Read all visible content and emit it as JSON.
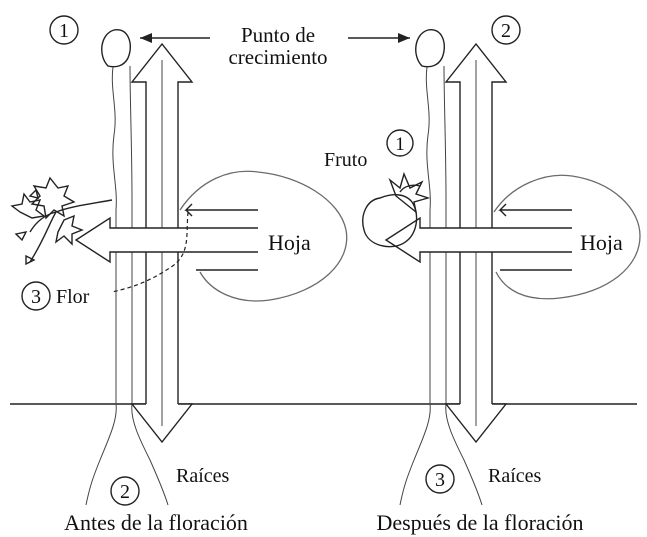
{
  "labels": {
    "punto_line1": "Punto de",
    "punto_line2": "crecimiento",
    "hoja_left": "Hoja",
    "hoja_right": "Hoja",
    "fruto": "Fruto",
    "flor": "Flor",
    "raices_left": "Raíces",
    "raices_right": "Raíces",
    "caption_left": "Antes de la floración",
    "caption_right": "Después de la floración"
  },
  "markers": {
    "left_top": "1",
    "right_top": "2",
    "fruto_num": "1",
    "flor_num": "3",
    "raices_left_num": "2",
    "raices_right_num": "3"
  }
}
